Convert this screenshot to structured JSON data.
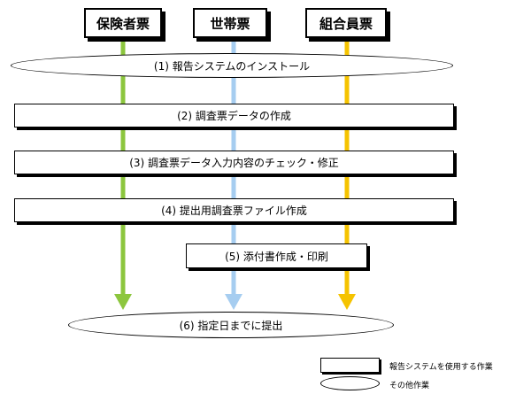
{
  "headers": {
    "insured": "保険者票",
    "household": "世帯票",
    "member": "組合員票"
  },
  "steps": {
    "s1": "(1) 報告システムのインストール",
    "s2": "(2) 調査票データの作成",
    "s3": "(3) 調査票データ入力内容のチェック・修正",
    "s4": "(4) 提出用調査票ファイル作成",
    "s5": "(5) 添付書作成・印刷",
    "s6": "(6) 指定日までに提出"
  },
  "legend": {
    "rect_label": "報告システムを使用する作業",
    "ellipse_label": "その他作業"
  },
  "colors": {
    "insured": "#8cc63e",
    "household": "#a6cdf0",
    "member": "#f5c300"
  }
}
